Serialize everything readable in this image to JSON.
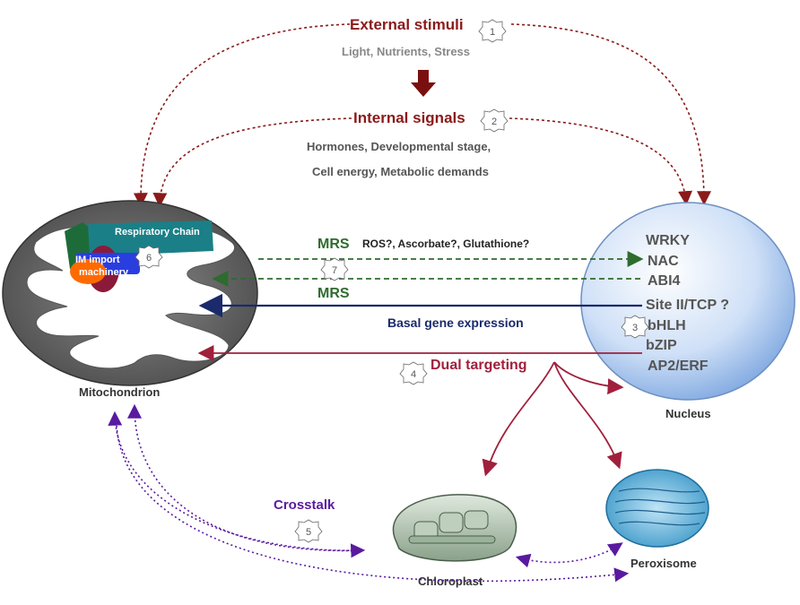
{
  "external": {
    "title": "External stimuli",
    "subtitle": "Light, Nutrients, Stress",
    "step": "1"
  },
  "internal": {
    "title": "Internal signals",
    "line1": "Hormones,  Developmental stage,",
    "line2": "Cell energy, Metabolic demands",
    "step": "2"
  },
  "mito": {
    "label": "Mitochondrion",
    "chain": "Respiratory   Chain",
    "import_line1": "IM import",
    "import_line2": "machinery",
    "step": "6"
  },
  "nucleus": {
    "label": "Nucleus",
    "tfs": [
      "WRKY",
      "NAC",
      "ABI4",
      "Site II/TCP ?",
      "bHLH",
      "bZIP",
      "AP2/ERF"
    ],
    "step": "3"
  },
  "mrs": {
    "label1": "MRS",
    "signals": "ROS?, Ascorbate?, Glutathione?",
    "label2": "MRS",
    "step": "7"
  },
  "basal": "Basal gene expression",
  "dual": {
    "label": "Dual targeting",
    "step": "4"
  },
  "crosstalk": {
    "label": "Crosstalk",
    "step": "5"
  },
  "chloroplast": "Chloroplast",
  "peroxisome": "Peroxisome",
  "colors": {
    "dark_red": "#8b1a1a",
    "crimson": "#a0203c",
    "navy": "#1a2a6c",
    "green": "#2e6b2e",
    "purple": "#5a1aa0",
    "gray_text": "#777777"
  }
}
